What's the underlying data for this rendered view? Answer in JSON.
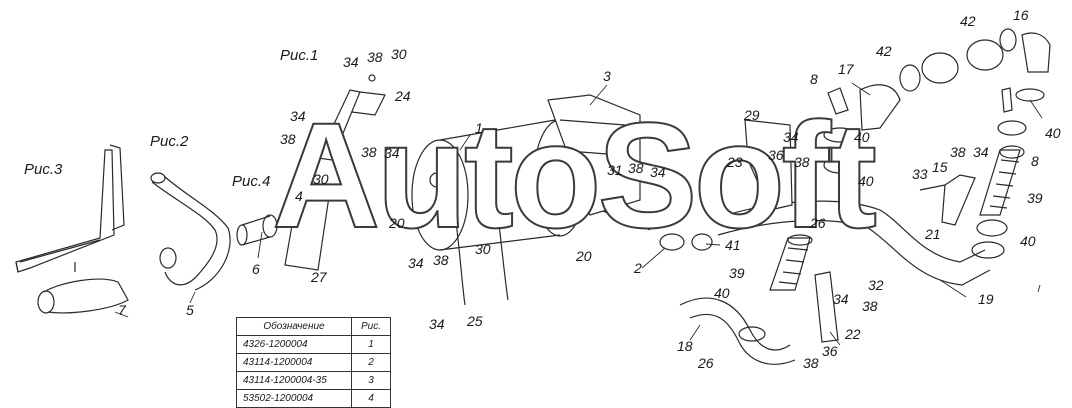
{
  "watermark": "AutoSoft",
  "figures": [
    {
      "id": "fig1",
      "text": "Рис.1"
    },
    {
      "id": "fig2",
      "text": "Рис.2"
    },
    {
      "id": "fig3",
      "text": "Рис.3"
    },
    {
      "id": "fig4",
      "text": "Рис.4"
    }
  ],
  "callouts": [
    "42",
    "16",
    "42",
    "17",
    "8",
    "40",
    "8",
    "40",
    "39",
    "40",
    "38",
    "34",
    "33",
    "15",
    "21",
    "29",
    "34",
    "36",
    "38",
    "23",
    "26",
    "1",
    "3",
    "34",
    "38",
    "30",
    "24",
    "34",
    "38",
    "38",
    "34",
    "30",
    "4",
    "20",
    "31",
    "38",
    "34",
    "20",
    "6",
    "27",
    "34",
    "38",
    "30",
    "2",
    "41",
    "39",
    "40",
    "32",
    "34",
    "38",
    "22",
    "38",
    "36",
    "18",
    "26",
    "19",
    "7",
    "5",
    "34",
    "25",
    "40"
  ],
  "legend": {
    "headers": [
      "Обозначение",
      "Рис."
    ],
    "rows": [
      [
        "4326-1200004",
        "1"
      ],
      [
        "43114-1200004",
        "2"
      ],
      [
        "43114-1200004-35",
        "3"
      ],
      [
        "53502-1200004",
        "4"
      ]
    ]
  }
}
